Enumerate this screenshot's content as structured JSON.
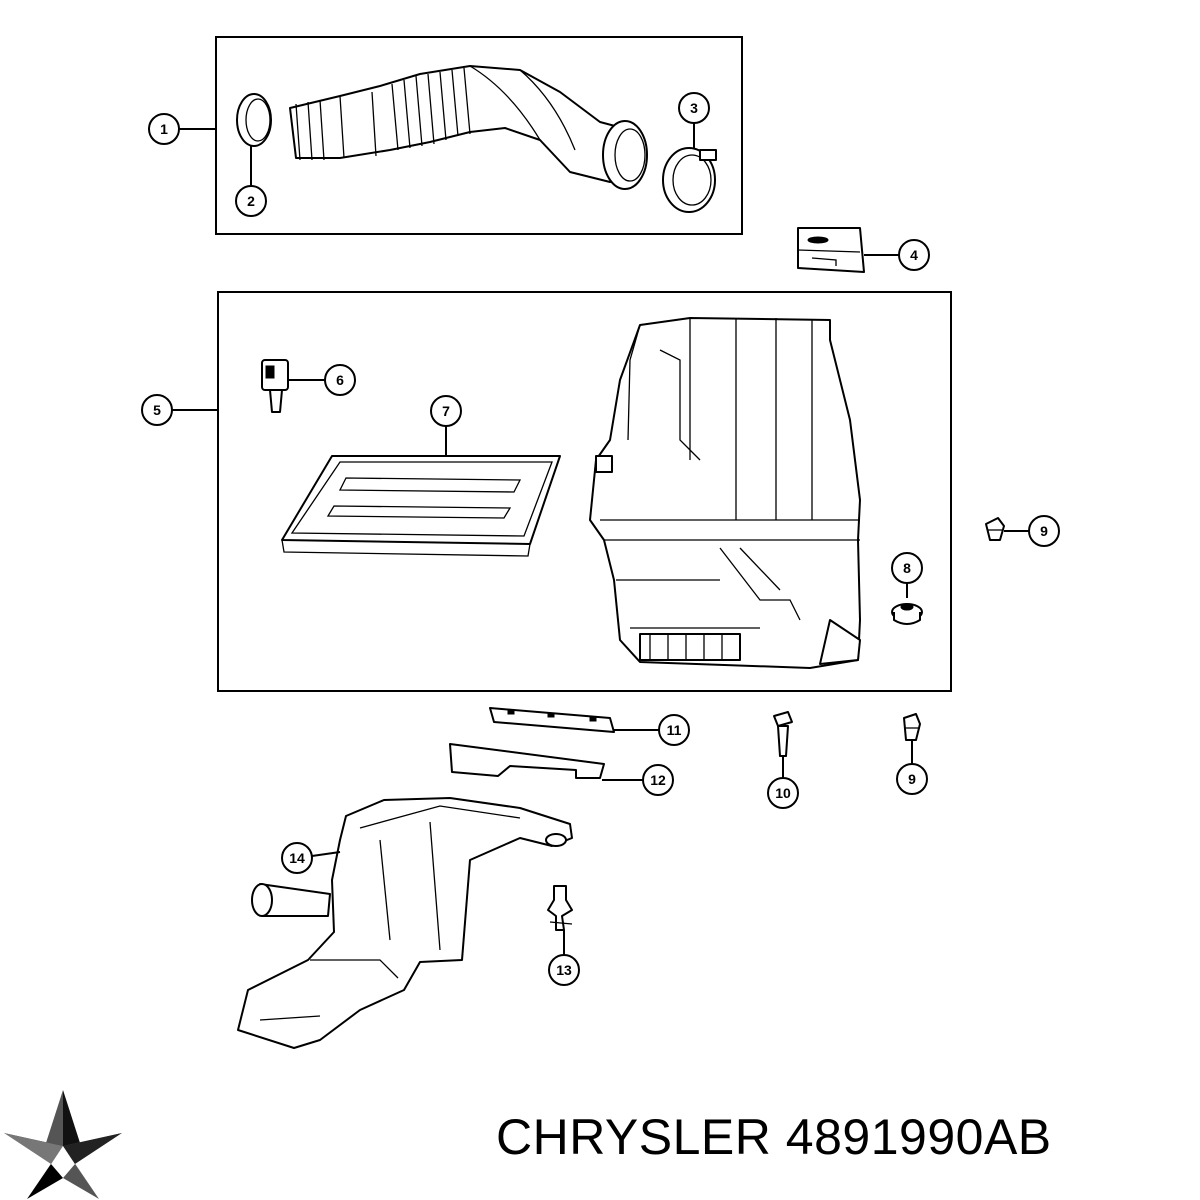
{
  "brand": "CHRYSLER",
  "part_number": "4891990AB",
  "logo_icon": "pentastar-logo-icon",
  "callouts": [
    "1",
    "2",
    "3",
    "4",
    "5",
    "6",
    "7",
    "8",
    "9",
    "9",
    "10",
    "11",
    "12",
    "13",
    "14"
  ]
}
